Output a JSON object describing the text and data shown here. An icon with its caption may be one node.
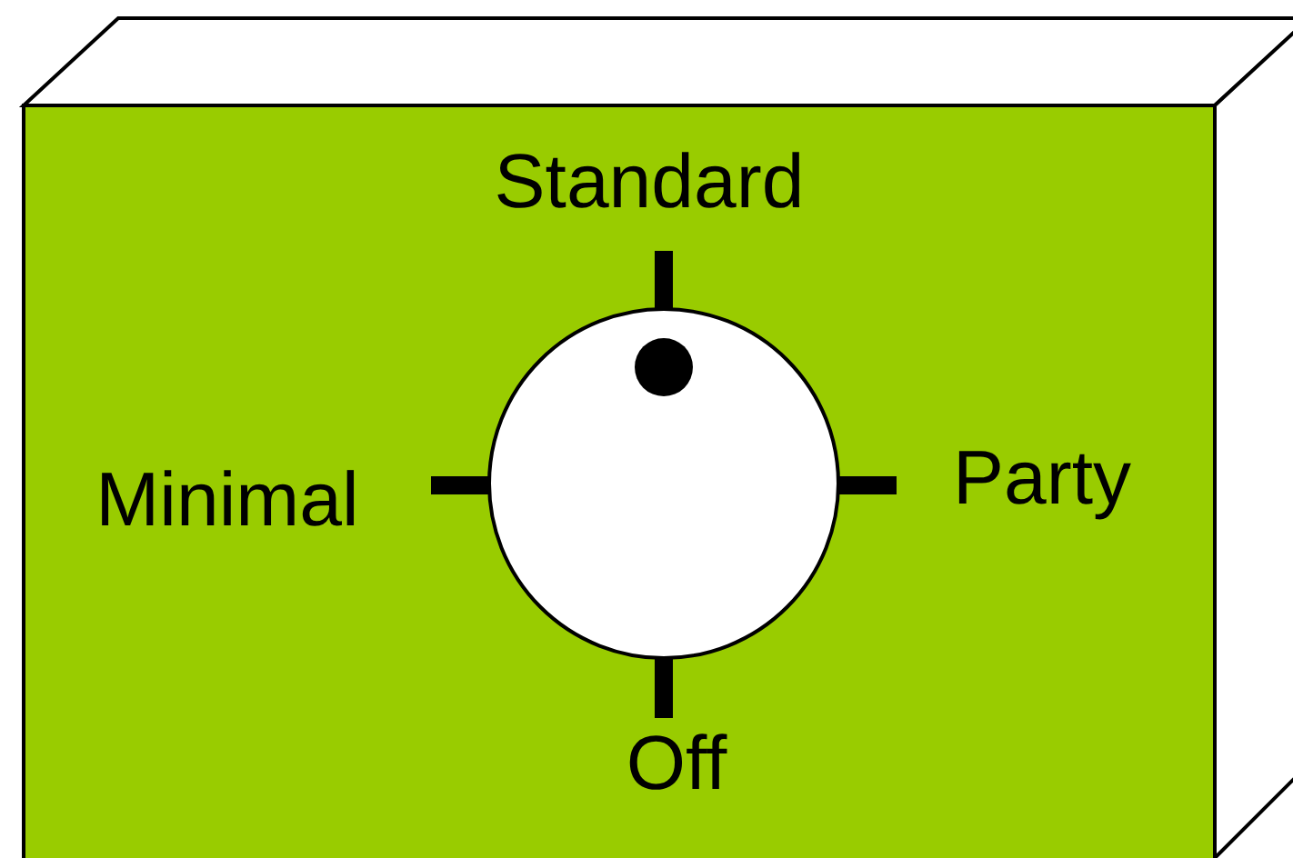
{
  "diagram": {
    "labels": [
      "Standard",
      "Minimal",
      "Party",
      "Off"
    ]
  }
}
